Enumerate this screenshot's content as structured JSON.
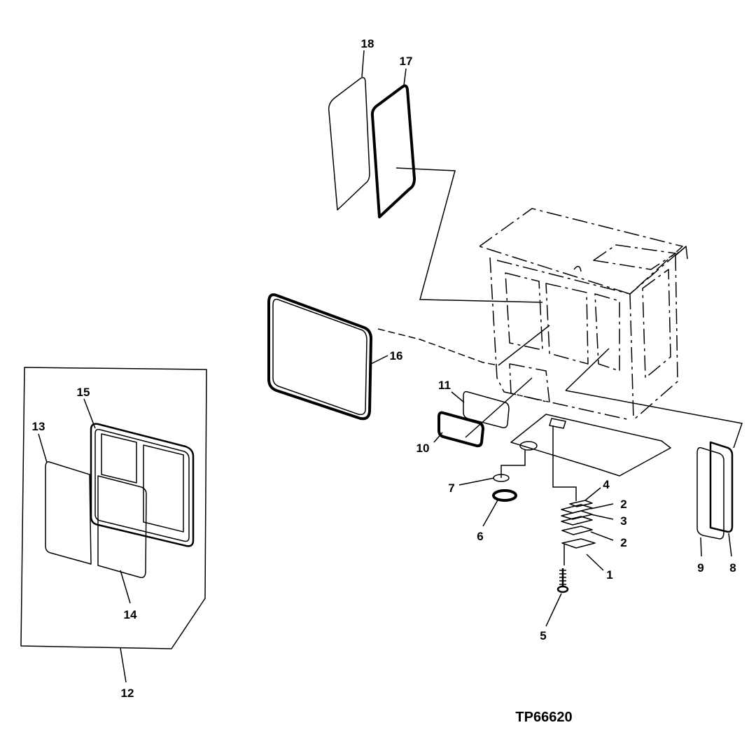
{
  "labels": {
    "l1": "1",
    "l2a": "2",
    "l2b": "2",
    "l3": "3",
    "l4": "4",
    "l5": "5",
    "l6": "6",
    "l7": "7",
    "l8": "8",
    "l9": "9",
    "l10": "10",
    "l11": "11",
    "l12": "12",
    "l13": "13",
    "l14": "14",
    "l15": "15",
    "l16": "16",
    "l17": "17",
    "l18": "18"
  },
  "figure_id": "TP66620"
}
